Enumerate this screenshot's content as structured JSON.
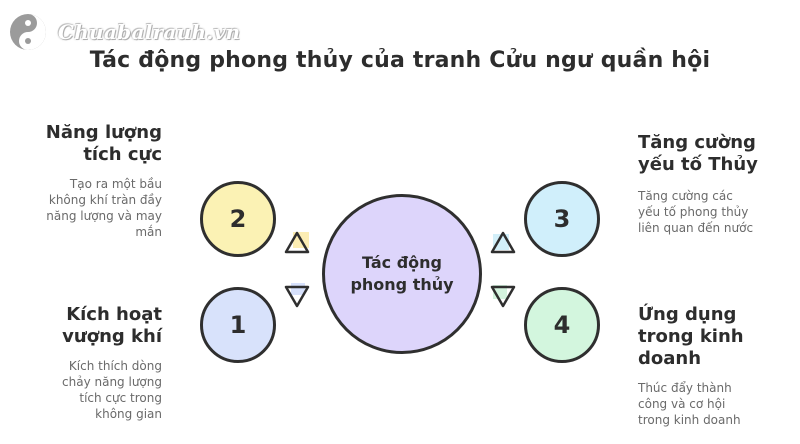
{
  "header": {
    "logo_text": "Chuabalrauh.vn",
    "title": "Tác động phong thủy của tranh Cửu ngư quần hội"
  },
  "center": {
    "line1": "Tác động",
    "line2": "phong thủy"
  },
  "items": [
    {
      "number": "1",
      "heading_line1": "Kích hoạt",
      "heading_line2": "vượng khí",
      "desc_lines": [
        "Kích thích dòng",
        "chảy năng lượng",
        "tích cực trong",
        "không gian"
      ],
      "color": "#d8e2fb"
    },
    {
      "number": "2",
      "heading_line1": "Năng lượng",
      "heading_line2": "tích cực",
      "desc_lines": [
        "Tạo ra một bầu",
        "không khí tràn đầy",
        "năng lượng và may",
        "mắn"
      ],
      "color": "#fbf2b4"
    },
    {
      "number": "3",
      "heading_line1": "Tăng cường",
      "heading_line2": "yếu tố Thủy",
      "desc_lines": [
        "Tăng cường các",
        "yếu tố phong thủy",
        "liên quan đến nước"
      ],
      "color": "#d0effb"
    },
    {
      "number": "4",
      "heading_line1": "Ứng dụng",
      "heading_line2": "trong kinh",
      "heading_line3": "doanh",
      "desc_lines": [
        "Thúc đẩy thành",
        "công và cơ hội",
        "trong kinh doanh"
      ],
      "color": "#d3f6de"
    }
  ]
}
